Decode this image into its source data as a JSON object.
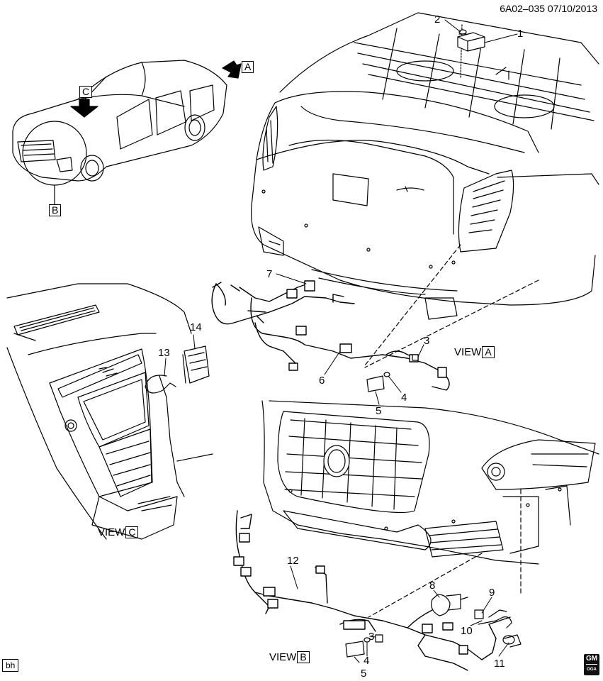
{
  "header": {
    "code": "6A02–035 07/10/2013"
  },
  "views": {
    "a": {
      "prefix": "VIEW",
      "letter": "A"
    },
    "b": {
      "prefix": "VIEW",
      "letter": "B"
    },
    "c": {
      "prefix": "VIEW",
      "letter": "C"
    }
  },
  "overview": {
    "arrow_a": "A",
    "arrow_c": "C",
    "circle_b": "B"
  },
  "callouts": {
    "c1": "1",
    "c2": "2",
    "c3a": "3",
    "c4a": "4",
    "c5a": "5",
    "c6": "6",
    "c7": "7",
    "c3b": "3",
    "c4b": "4",
    "c5b": "5",
    "c8": "8",
    "c9": "9",
    "c10": "10",
    "c11": "11",
    "c12": "12",
    "c13": "13",
    "c14": "14"
  },
  "footer": {
    "left_tag": "bh",
    "logo_top": "GM",
    "logo_bottom": "OGA"
  }
}
